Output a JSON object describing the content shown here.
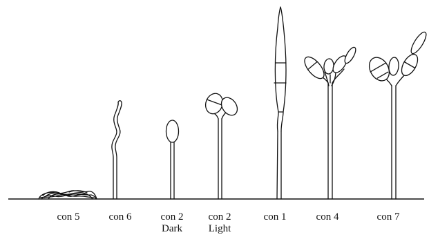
{
  "figure": {
    "labels": [
      {
        "id": "con5",
        "line1": "con 5",
        "line2": ""
      },
      {
        "id": "con6",
        "line1": "con 6",
        "line2": ""
      },
      {
        "id": "con2dark",
        "line1": "con 2",
        "line2": "Dark"
      },
      {
        "id": "con2light",
        "line1": "con 2",
        "line2": "Light"
      },
      {
        "id": "con1",
        "line1": "con 1",
        "line2": ""
      },
      {
        "id": "con4",
        "line1": "con 4",
        "line2": ""
      },
      {
        "id": "con7",
        "line1": "con 7",
        "line2": ""
      }
    ]
  }
}
